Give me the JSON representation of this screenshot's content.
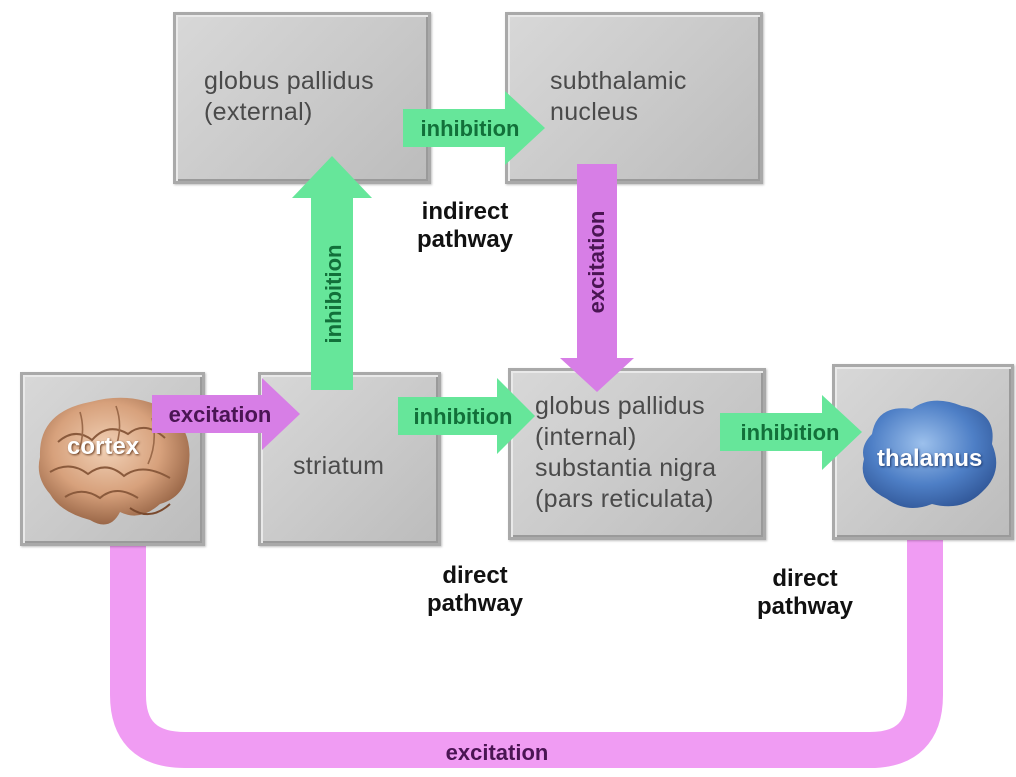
{
  "nodes": {
    "gp_external": [
      "globus pallidus",
      "(external)"
    ],
    "subthalamic": [
      "subthalamic",
      "nucleus"
    ],
    "cortex": "cortex",
    "striatum": "striatum",
    "gp_internal": [
      "globus pallidus",
      "(internal)",
      "substantia nigra",
      "(pars reticulata)"
    ],
    "thalamus": "thalamus"
  },
  "pathways": {
    "indirect": [
      "indirect",
      "pathway"
    ],
    "direct_left": [
      "direct",
      "pathway"
    ],
    "direct_right": [
      "direct",
      "pathway"
    ]
  },
  "arrows": {
    "gpe_to_stn": "inhibition",
    "striatum_to_gpe": "inhibition",
    "stn_to_gpi": "excitation",
    "cortex_to_striatum": "excitation",
    "striatum_to_gpi": "inhibition",
    "gpi_to_thalamus": "inhibition",
    "thalamus_to_cortex": "excitation"
  },
  "colors": {
    "inhibition": "#66e69a",
    "excitation": "#d77ee6",
    "feedback": "#f09cf3",
    "label_inhibition": "#12703a",
    "label_excitation": "#4a1553",
    "box": "#c9c9c9"
  }
}
